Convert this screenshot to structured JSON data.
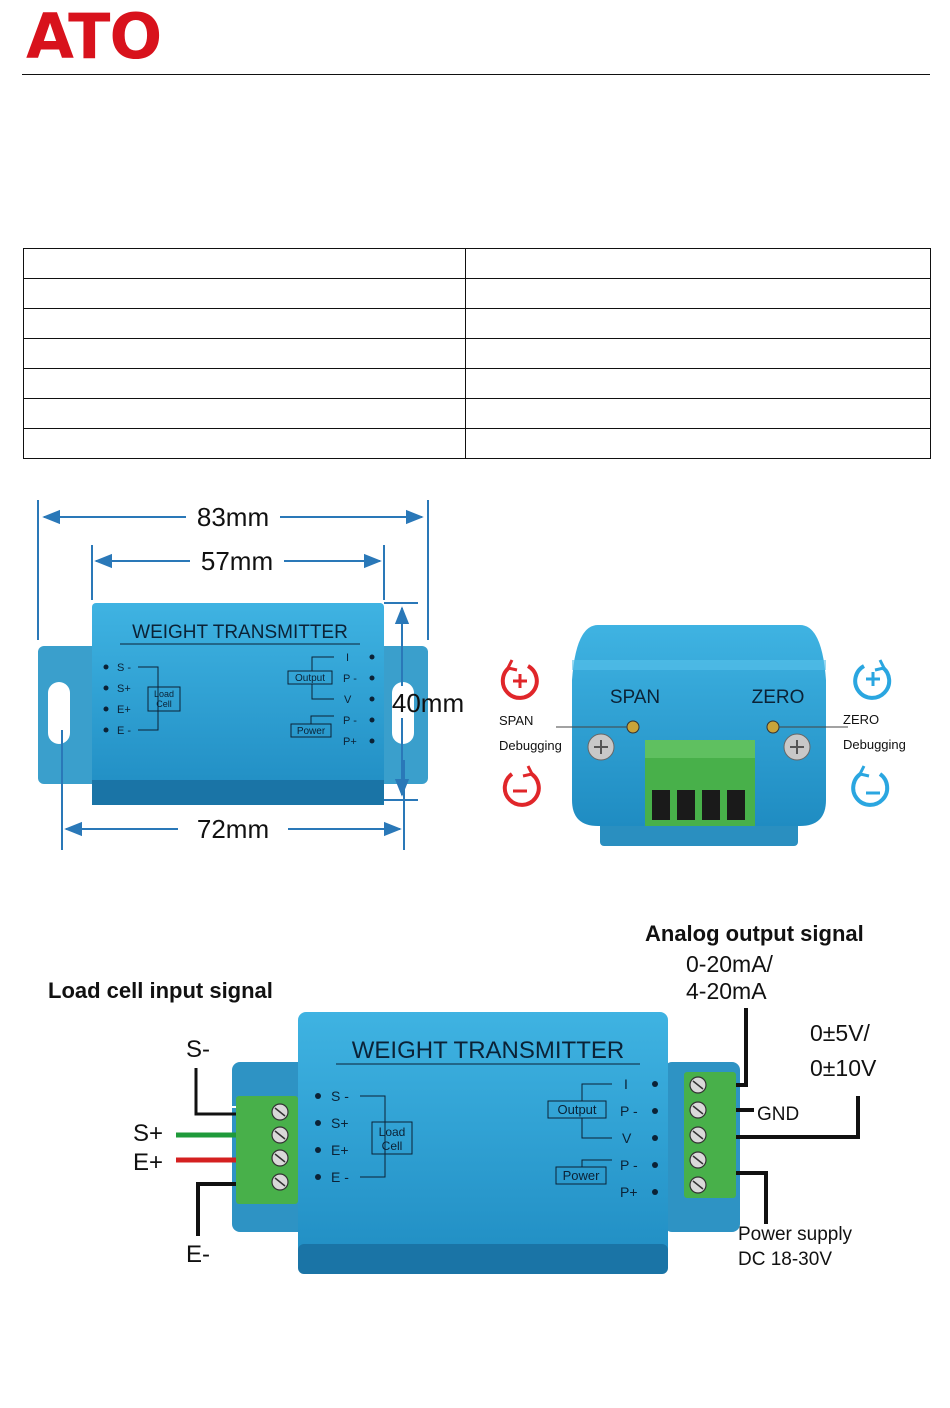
{
  "brand": {
    "logo_text": "ATO",
    "logo_color": "#d8121c"
  },
  "spec_table": {
    "rows": 7,
    "cols": 2
  },
  "dimensions": {
    "overall_width": "83mm",
    "body_width": "57mm",
    "height": "40mm",
    "hole_spacing": "72mm"
  },
  "device": {
    "title": "WEIGHT  TRANSMITTER",
    "body_color": "#2a9fd0",
    "input_pins": [
      "S -",
      "S+",
      "E+",
      "E -"
    ],
    "input_group": [
      "Load",
      "Cell"
    ],
    "output_pins": [
      "I",
      "P -",
      "V",
      "P -",
      "P+"
    ],
    "output_group": "Output",
    "power_group": "Power",
    "terminal_color": "#3aa03a"
  },
  "front_view": {
    "span_label": "SPAN",
    "zero_label": "ZERO",
    "span_note": [
      "SPAN",
      "Debugging"
    ],
    "zero_note": [
      "ZERO",
      "Debugging"
    ],
    "span_color": "#e0262a",
    "zero_color": "#2aa6e0"
  },
  "wiring": {
    "input_heading": "Load cell input signal",
    "output_heading": "Analog output signal",
    "wire_labels": [
      "S-",
      "S+",
      "E+",
      "E-"
    ],
    "current_output": [
      "0-20mA/",
      "4-20mA"
    ],
    "voltage_output": [
      "0±5V/",
      "0±10V"
    ],
    "gnd_label": "GND",
    "power_label": [
      "Power supply",
      "DC 18-30V"
    ],
    "wire_colors": {
      "s_plus": "#1f9a3a",
      "e_plus": "#d42020",
      "black": "#111111"
    }
  }
}
